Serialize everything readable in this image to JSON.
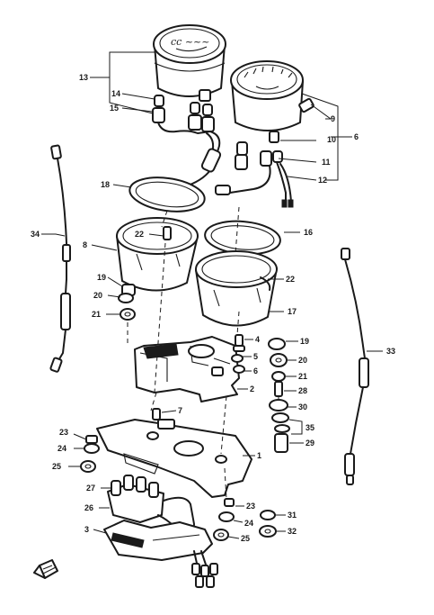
{
  "callouts": [
    {
      "id": "13",
      "text": "13"
    },
    {
      "id": "14",
      "text": "14"
    },
    {
      "id": "15",
      "text": "15"
    },
    {
      "id": "9",
      "text": "9"
    },
    {
      "id": "10",
      "text": "10"
    },
    {
      "id": "6",
      "text": "6"
    },
    {
      "id": "11",
      "text": "11"
    },
    {
      "id": "12",
      "text": "12"
    },
    {
      "id": "18",
      "text": "18"
    },
    {
      "id": "34",
      "text": "34"
    },
    {
      "id": "22a",
      "text": "22"
    },
    {
      "id": "8",
      "text": "8"
    },
    {
      "id": "16",
      "text": "16"
    },
    {
      "id": "22b",
      "text": "22"
    },
    {
      "id": "19a",
      "text": "19"
    },
    {
      "id": "20a",
      "text": "20"
    },
    {
      "id": "21a",
      "text": "21"
    },
    {
      "id": "17",
      "text": "17"
    },
    {
      "id": "4",
      "text": "4"
    },
    {
      "id": "19b",
      "text": "19"
    },
    {
      "id": "33",
      "text": "33"
    },
    {
      "id": "5",
      "text": "5"
    },
    {
      "id": "20b",
      "text": "20"
    },
    {
      "id": "6b",
      "text": "6"
    },
    {
      "id": "21b",
      "text": "21"
    },
    {
      "id": "2",
      "text": "2"
    },
    {
      "id": "28",
      "text": "28"
    },
    {
      "id": "7",
      "text": "7"
    },
    {
      "id": "30",
      "text": "30"
    },
    {
      "id": "35",
      "text": "35"
    },
    {
      "id": "23a",
      "text": "23"
    },
    {
      "id": "24a",
      "text": "24"
    },
    {
      "id": "29",
      "text": "29"
    },
    {
      "id": "1",
      "text": "1"
    },
    {
      "id": "25a",
      "text": "25"
    },
    {
      "id": "27",
      "text": "27"
    },
    {
      "id": "23b",
      "text": "23"
    },
    {
      "id": "26",
      "text": "26"
    },
    {
      "id": "31",
      "text": "31"
    },
    {
      "id": "24b",
      "text": "24"
    },
    {
      "id": "3",
      "text": "3"
    },
    {
      "id": "32",
      "text": "32"
    },
    {
      "id": "25b",
      "text": "25"
    }
  ]
}
